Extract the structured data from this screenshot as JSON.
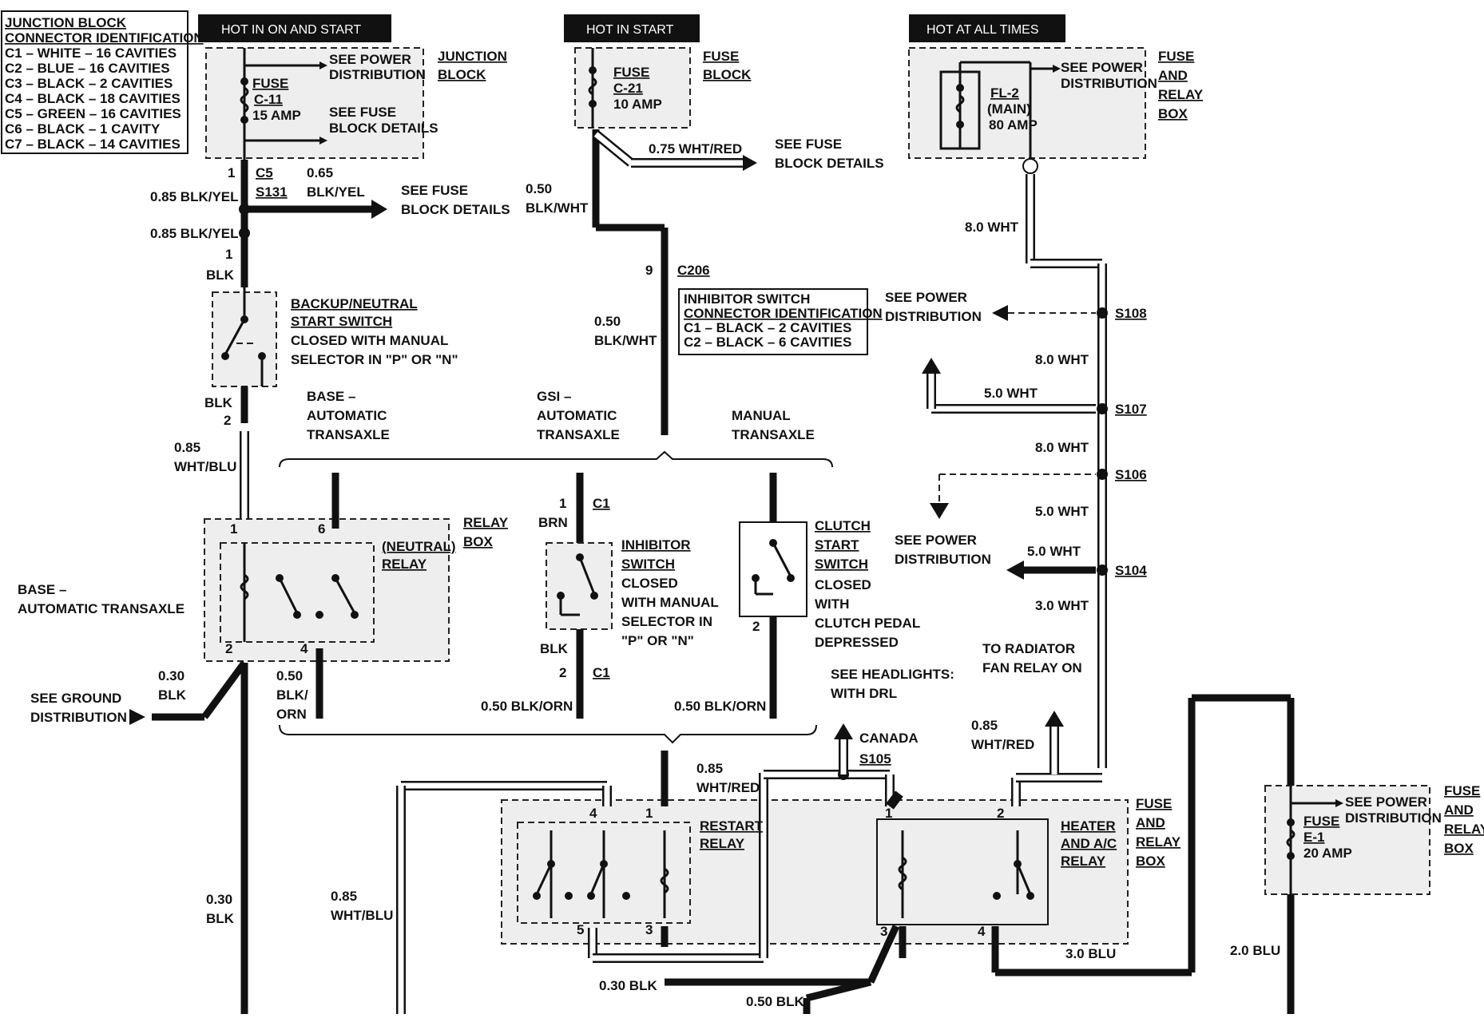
{
  "connector_legend": {
    "title1": "JUNCTION BLOCK",
    "title2": "CONNECTOR IDENTIFICATION",
    "rows": [
      "C1 – WHITE – 16 CAVITIES",
      "C2 – BLUE – 16 CAVITIES",
      "C3 – BLACK – 2 CAVITIES",
      "C4 – BLACK – 18 CAVITIES",
      "C5 – GREEN – 16 CAVITIES",
      "C6 – BLACK – 1 CAVITY",
      "C7 – BLACK – 14 CAVITIES"
    ]
  },
  "headers": {
    "hot_on_start": "HOT IN ON AND START",
    "hot_start": "HOT IN START",
    "hot_all": "HOT AT ALL TIMES"
  },
  "junction_block": {
    "name1": "JUNCTION",
    "name2": "BLOCK",
    "see_power1": "SEE POWER",
    "see_power2": "DISTRIBUTION",
    "fuse1": "FUSE",
    "fuse2": "C-11",
    "fuse3": "15 AMP",
    "see_fuse1": "SEE FUSE",
    "see_fuse2": "BLOCK DETAILS"
  },
  "fuse_block": {
    "name1": "FUSE",
    "name2": "BLOCK",
    "fuse1": "FUSE",
    "fuse2": "C-21",
    "fuse3": "10 AMP"
  },
  "fuse_relay_top": {
    "name": [
      "FUSE",
      "AND",
      "RELAY",
      "BOX"
    ],
    "fuse1": "FL-2",
    "fuse2": "(MAIN)",
    "fuse3": "80 AMP",
    "see_power1": "SEE POWER",
    "see_power2": "DISTRIBUTION"
  },
  "left_branch": {
    "c5_pin": "1",
    "c5": "C5",
    "s131": "S131",
    "w_blkyel_a": "0.85 BLK/YEL",
    "w_065_1": "0.65",
    "w_065_2": "BLK/YEL",
    "see_fuse1": "SEE FUSE",
    "see_fuse2": "BLOCK DETAILS",
    "w_blkyel_b": "0.85 BLK/YEL",
    "pin1": "1",
    "blk1": "BLK",
    "switch1": "BACKUP/NEUTRAL",
    "switch2": "START SWITCH",
    "switch3": "CLOSED WITH MANUAL",
    "switch4": "SELECTOR IN \"P\" OR \"N\"",
    "blk2": "BLK",
    "pin2": "2",
    "w_whtblu1": "0.85",
    "w_whtblu2": "WHT/BLU",
    "base1": "BASE –",
    "base2": "AUTOMATIC",
    "base3": "TRANSAXLE",
    "base_at1": "BASE –",
    "base_at2": "AUTOMATIC  TRANSAXLE"
  },
  "middle_branch": {
    "w_whtred": "0.75 WHT/RED",
    "see_fuse1": "SEE FUSE",
    "see_fuse2": "BLOCK DETAILS",
    "w_050_1": "0.50",
    "w_050_2": "BLK/WHT",
    "pin9": "9",
    "c206": "C206",
    "w_050b_1": "0.50",
    "w_050b_2": "BLK/WHT",
    "inh_legend1": "INHIBITOR SWITCH",
    "inh_legend2": "CONNECTOR IDENTIFICATION",
    "inh_legend3": "C1 – BLACK – 2 CAVITIES",
    "inh_legend4": "C2 – BLACK – 6 CAVITIES",
    "gsi1": "GSI –",
    "gsi2": "AUTOMATIC",
    "gsi3": "TRANSAXLE",
    "man1": "MANUAL",
    "man2": "TRANSAXLE"
  },
  "relay_box": {
    "pin1": "1",
    "pin6": "6",
    "pin2": "2",
    "pin4": "4",
    "neutral1": "(NEUTRAL)",
    "neutral2": "RELAY",
    "name1": "RELAY",
    "name2": "BOX",
    "w_030_1": "0.30",
    "w_030_2": "BLK",
    "ground1": "SEE GROUND",
    "ground2": "DISTRIBUTION",
    "w_050_1": "0.50",
    "w_050_2": "BLK/",
    "w_050_3": "ORN"
  },
  "inhibitor": {
    "pin1": "1",
    "c1": "C1",
    "brn": "BRN",
    "t1": "INHIBITOR",
    "t2": "SWITCH",
    "t3": "CLOSED",
    "t4": "WITH MANUAL",
    "t5": "SELECTOR IN",
    "t6": "\"P\" OR \"N\"",
    "blk": "BLK",
    "pin2": "2",
    "c1b": "C1",
    "w_blkorn": "0.50 BLK/ORN"
  },
  "clutch": {
    "t1": "CLUTCH",
    "t2": "START",
    "t3": "SWITCH",
    "t4": "CLOSED",
    "t5": "WITH",
    "t6": "CLUTCH PEDAL",
    "t7": "DEPRESSED",
    "pin2": "2",
    "w_blkorn": "0.50 BLK/ORN"
  },
  "right_power": {
    "w_8wht_a": "8.0 WHT",
    "see_power1": "SEE POWER",
    "see_power2": "DISTRIBUTION",
    "s108": "S108",
    "w_8wht_b": "8.0 WHT",
    "w_5wht_a": "5.0 WHT",
    "s107": "S107",
    "w_8wht_c": "8.0 WHT",
    "s106": "S106",
    "w_5wht_b": "5.0 WHT",
    "see_power3": "SEE POWER",
    "see_power4": "DISTRIBUTION",
    "w_5wht_c": "5.0 WHT",
    "s104": "S104",
    "w_3wht": "3.0 WHT",
    "radiator1": "TO RADIATOR",
    "radiator2": "FAN RELAY ON",
    "headlights1": "SEE HEADLIGHTS:",
    "headlights2": "WITH DRL",
    "canada": "CANADA",
    "s105": "S105",
    "w_whtred1": "0.85",
    "w_whtred2": "WHT/RED"
  },
  "lower_relays": {
    "w_whtred1": "0.85",
    "w_whtred2": "WHT/RED",
    "pin4": "4",
    "pin1": "1",
    "pin5": "5",
    "pin3": "3",
    "restart1": "RESTART",
    "restart2": "RELAY",
    "w_whtblu1": "0.85",
    "w_whtblu2": "WHT/BLU",
    "w_030": "0.30 BLK",
    "w_050": "0.50 BLK",
    "hpin1": "1",
    "hpin2": "2",
    "hpin3": "3",
    "hpin4": "4",
    "heater1": "HEATER",
    "heater2": "AND A/C",
    "heater3": "RELAY",
    "box": [
      "FUSE",
      "AND",
      "RELAY",
      "BOX"
    ],
    "w_3blu": "3.0 BLU",
    "w_2blu": "2.0 BLU",
    "w_030_left1": "0.30",
    "w_030_left2": "BLK"
  },
  "fuse_relay_right": {
    "name": [
      "FUSE",
      "AND",
      "RELAY",
      "BOX"
    ],
    "fuse1": "FUSE",
    "fuse2": "E-1",
    "fuse3": "20 AMP",
    "see_power1": "SEE POWER",
    "see_power2": "DISTRIBUTION"
  }
}
